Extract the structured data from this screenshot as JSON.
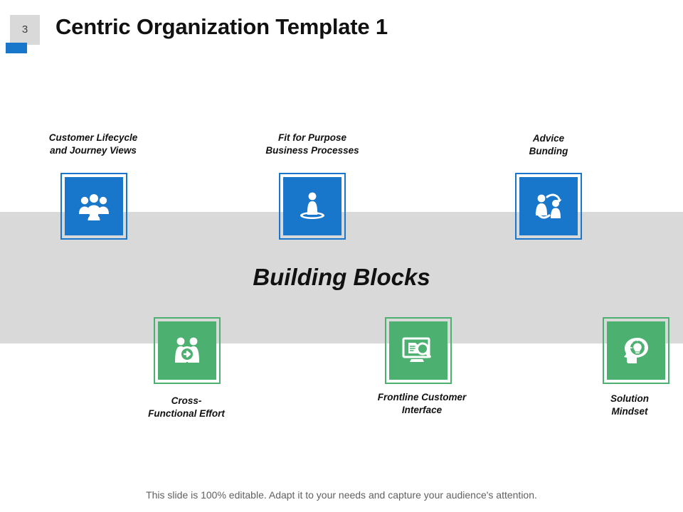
{
  "header": {
    "page_number": "3",
    "title": "Centric Organization Template 1",
    "accent_color": "#1877cb",
    "badge_bg": "#d9d9d9"
  },
  "band": {
    "title": "Building Blocks",
    "background": "#d9d9d9"
  },
  "top_row": {
    "accent_color": "#1877cb",
    "items": [
      {
        "caption_line1": "Customer Lifecycle",
        "caption_line2": "and Journey Views",
        "icon": "group-of-people-icon"
      },
      {
        "caption_line1": "Fit for Purpose",
        "caption_line2": "Business Processes",
        "icon": "person-on-platform-icon"
      },
      {
        "caption_line1": "Advice",
        "caption_line2": "Bunding",
        "icon": "two-people-exchange-icon"
      }
    ]
  },
  "bottom_row": {
    "accent_color": "#4cb070",
    "items": [
      {
        "caption_line1": "Cross-",
        "caption_line2": "Functional Effort",
        "icon": "two-people-arrow-icon"
      },
      {
        "caption_line1": "Frontline Customer",
        "caption_line2": "Interface",
        "icon": "monitor-document-search-icon"
      },
      {
        "caption_line1": "Solution",
        "caption_line2": "Mindset",
        "icon": "head-brain-idea-icon"
      }
    ]
  },
  "footer": {
    "note": "This slide is 100% editable. Adapt it to your needs and capture your audience's attention."
  }
}
